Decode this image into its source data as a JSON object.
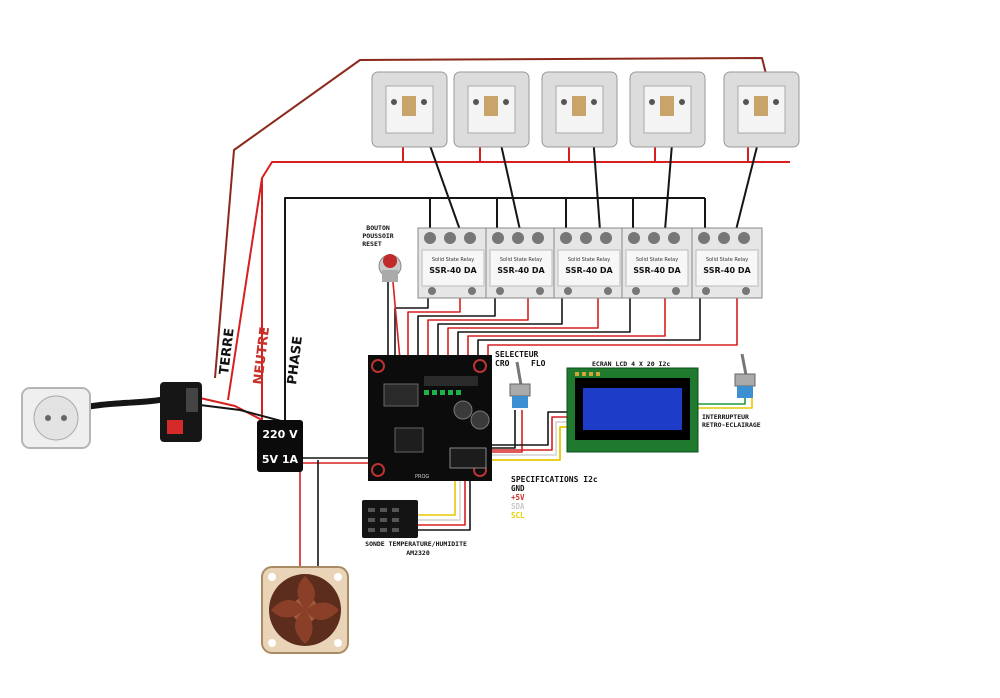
{
  "labels": {
    "terre": "TERRE",
    "neutre": "NEUTRE",
    "phase": "PHASE",
    "psu_top": "220 V",
    "psu_bottom": "5V 1A",
    "bouton": [
      "BOUTON",
      "POUSSOIR",
      "RESET"
    ],
    "selecteur": "SELECTEUR",
    "cro": "CRO",
    "flo": "FLO",
    "ecran": "ECRAN LCD 4 X 20 I2c",
    "interrupteur": [
      "INTERRUPTEUR",
      "RETRO-ECLAIRAGE"
    ],
    "specs_title": "SPECIFICATIONS I2c",
    "specs": [
      "GND",
      "+5V",
      "SDA",
      "SCL"
    ],
    "sonde": [
      "SONDE TEMPERATURE/HUMIDITE",
      "AM2320"
    ],
    "relay_model": "SSR-40 DA",
    "relay_sub": "Solid State Relay",
    "pcb_prog": "PROG"
  },
  "colors": {
    "wire_brown": "#8b2a1c",
    "wire_red": "#d62020",
    "wire_black": "#151515",
    "wire_yellow": "#e8c800",
    "wire_white": "#d8d8d8",
    "wire_green": "#1f9a3a",
    "label_red": "#c8302a",
    "label_sda": "#c9c9c9",
    "label_scl": "#e2d200",
    "label_plus": "#d03030",
    "lcd_blue": "#1d3cc8"
  },
  "icons": [
    "wall-socket-icon",
    "iec-inlet-icon",
    "power-supply-icon",
    "fan-icon",
    "push-button-icon",
    "toggle-switch-icon",
    "lcd-icon",
    "sensor-icon",
    "pcb-icon",
    "relay-icon",
    "outlet-module-icon"
  ]
}
